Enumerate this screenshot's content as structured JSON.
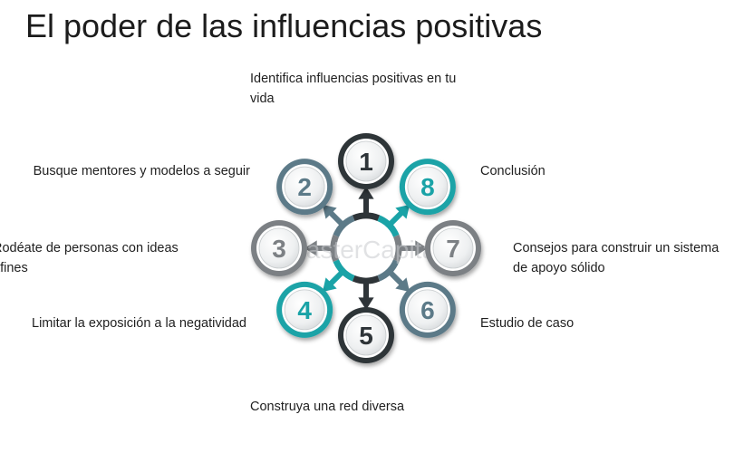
{
  "title": "El poder de las influencias positivas",
  "colors": {
    "dark": "#2e3438",
    "slate": "#5c7a88",
    "gray": "#7c8084",
    "teal": "#1aa3a7"
  },
  "watermark": "FasterCapital",
  "steps": [
    {
      "number": "1",
      "label": "Identifica influencias positivas en tu vida",
      "color": "dark"
    },
    {
      "number": "2",
      "label": "Busque mentores y modelos a seguir",
      "color": "slate"
    },
    {
      "number": "3",
      "label": "Rodéate de personas con ideas afines",
      "color": "gray"
    },
    {
      "number": "4",
      "label": "Limitar la exposición a la negatividad",
      "color": "teal"
    },
    {
      "number": "5",
      "label": "Construya una red diversa",
      "color": "dark"
    },
    {
      "number": "6",
      "label": "Estudio de caso",
      "color": "slate"
    },
    {
      "number": "7",
      "label": "Consejos para construir un sistema de apoyo sólido",
      "color": "gray"
    },
    {
      "number": "8",
      "label": "Conclusión",
      "color": "teal"
    }
  ]
}
